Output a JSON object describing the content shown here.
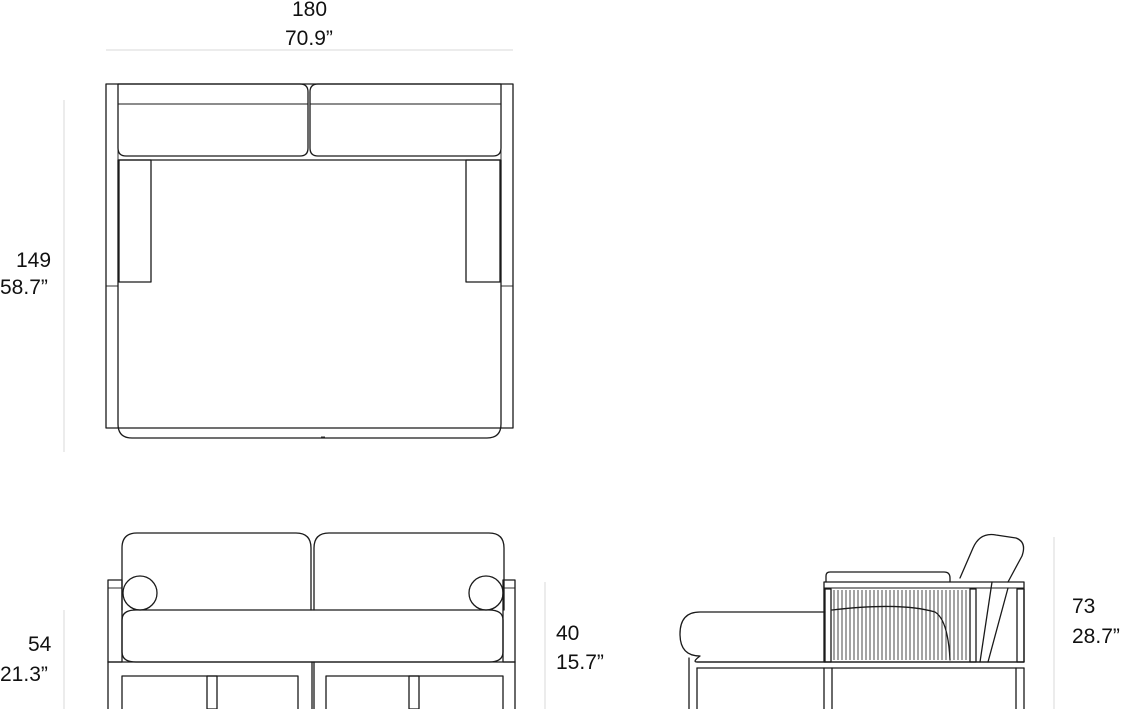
{
  "dimensions": {
    "width": {
      "cm": "180",
      "in": "70.9”"
    },
    "depth": {
      "cm": "149",
      "in": "58.7”"
    },
    "frame_height": {
      "cm": "54",
      "in": "21.3”"
    },
    "seat_height": {
      "cm": "40",
      "in": "15.7”"
    },
    "back_height": {
      "cm": "73",
      "in": "28.7”"
    }
  },
  "views": [
    "top-view",
    "front-view",
    "side-view"
  ]
}
